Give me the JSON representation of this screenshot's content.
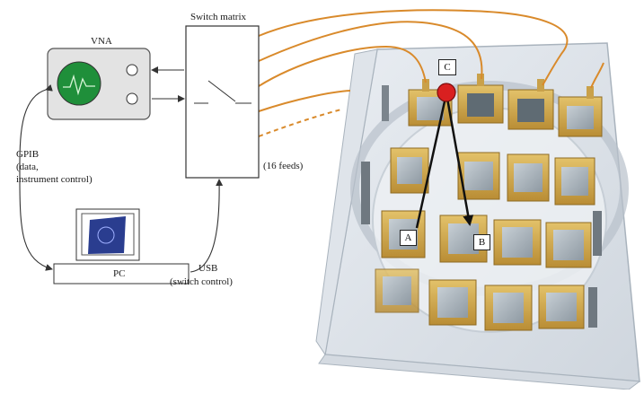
{
  "labels": {
    "vna": "VNA",
    "switch_matrix": "Switch matrix",
    "feeds": "(16 feeds)",
    "gpib_line1": "GPIB",
    "gpib_line2": "(data,",
    "gpib_line3": "instrument control)",
    "pc": "PC",
    "usb_line1": "USB",
    "usb_line2": "(switch control)",
    "point_a": "A",
    "point_b": "B",
    "point_c": "C"
  },
  "colors": {
    "cable": "#d98a2b",
    "vna_body": "#e3e3e3",
    "vna_screen": "#1f8f3a",
    "antenna_marker": "#d92020",
    "tile_frame": "#c9a14a",
    "patch": "#9aa5ad"
  }
}
